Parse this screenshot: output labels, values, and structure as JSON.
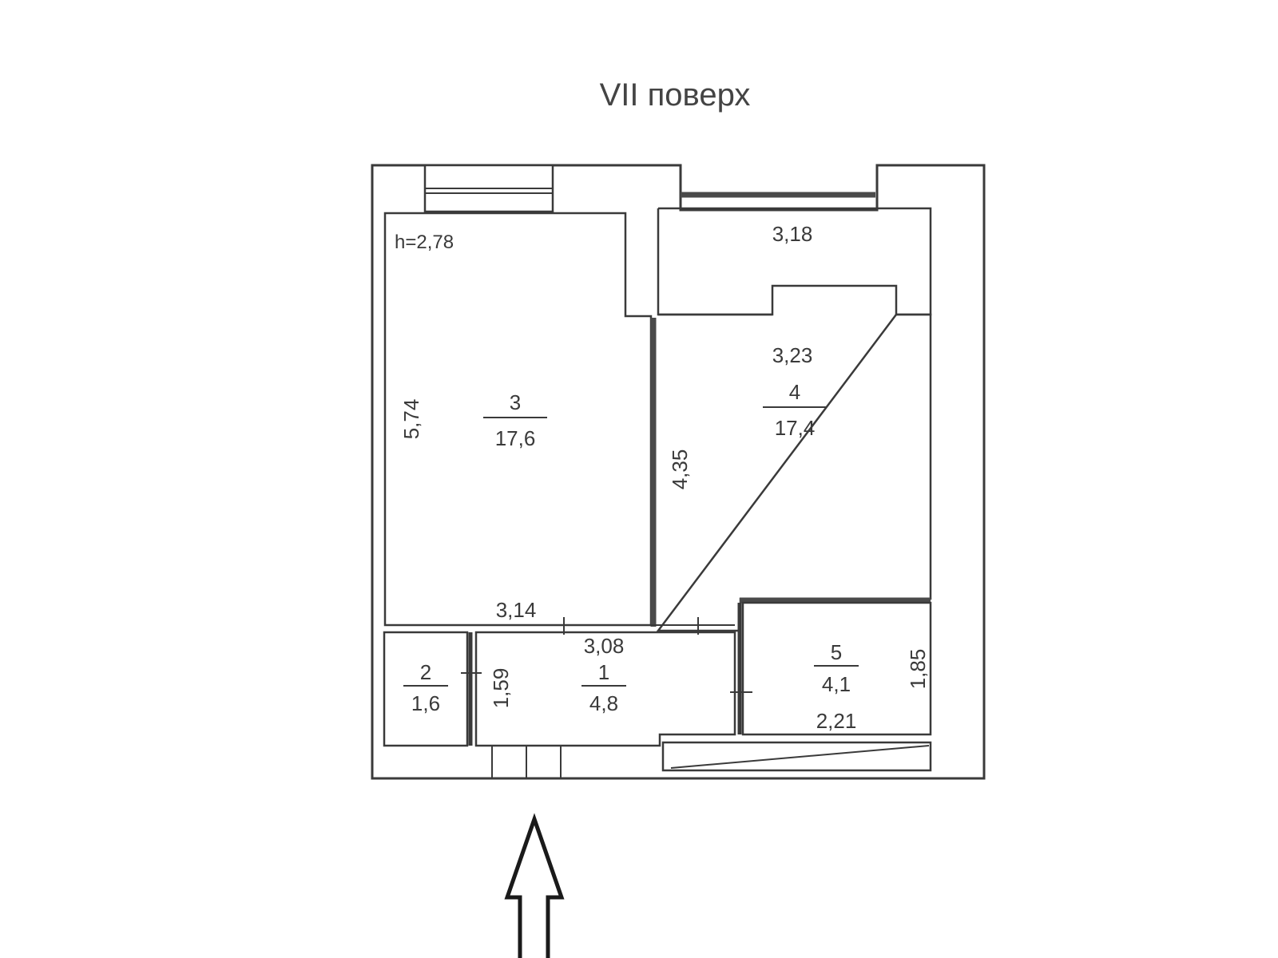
{
  "title": "VII поверх",
  "ceiling_height": "h=2,78",
  "rooms": [
    {
      "number": "1",
      "area": "4,8"
    },
    {
      "number": "2",
      "area": "1,6"
    },
    {
      "number": "3",
      "area": "17,6"
    },
    {
      "number": "4",
      "area": "17,4"
    },
    {
      "number": "5",
      "area": "4,1"
    }
  ],
  "dimensions": {
    "balcony_width": "3,18",
    "room4_width": "3,23",
    "room3_height": "5,74",
    "room4_height": "4,35",
    "room3_width": "3,14",
    "hall_width": "3,08",
    "hall_height": "1,59",
    "room5_height": "1,85",
    "room5_width": "2,21"
  }
}
